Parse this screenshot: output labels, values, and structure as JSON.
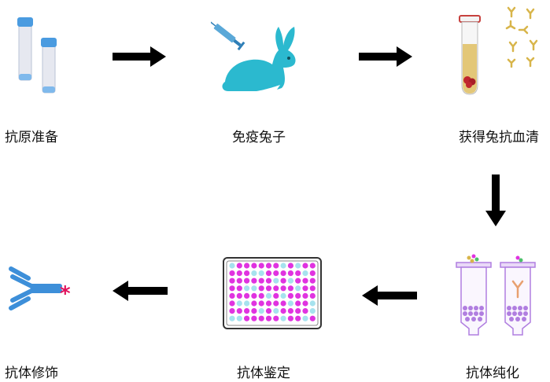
{
  "steps": [
    {
      "label": "抗原准备"
    },
    {
      "label": "免疫兔子"
    },
    {
      "label": "获得兔抗血清"
    },
    {
      "label": "抗体纯化"
    },
    {
      "label": "抗体鉴定"
    },
    {
      "label": "抗体修饰"
    }
  ],
  "colors": {
    "arrow": "#000000",
    "rabbit": "#2bb9cf",
    "syringe": "#5aa8d8",
    "tube_cap": "#4a9be0",
    "serum": "#e3c778",
    "clot": "#c0262f",
    "antibody_small": "#d8b54a",
    "plate_magenta": "#e033e0",
    "plate_cyan": "#a6e2ee",
    "column": "#b07ee0",
    "antibody_big": "#3d8fd9",
    "label_star": "#e0105a"
  },
  "icons": {
    "antigen": "vials-icon",
    "immunize": "rabbit-syringe-icon",
    "serum": "serum-tube-icon",
    "purify": "purification-columns-icon",
    "identify": "elisa-plate-icon",
    "modify": "labeled-antibody-icon"
  }
}
